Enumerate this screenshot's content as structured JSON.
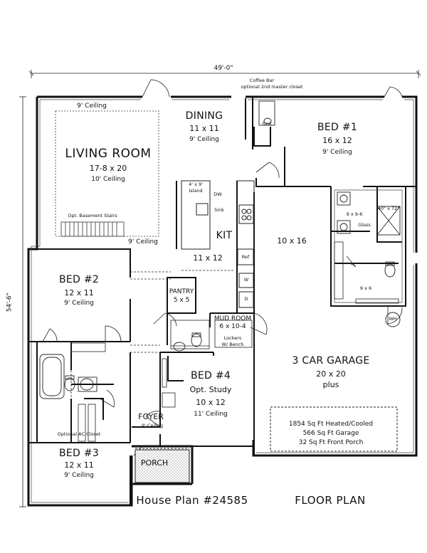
{
  "dimensions": {
    "overall_width": "49'-0\"",
    "overall_depth": "54'-6\""
  },
  "rooms": {
    "living_room": {
      "name": "LIVING ROOM",
      "size": "17-8 x 20",
      "ceiling": "10' Ceiling"
    },
    "dining": {
      "name": "DINING",
      "size": "11 x 11",
      "ceiling": "9' Ceiling"
    },
    "bed1": {
      "name": "BED #1",
      "size": "16 x 12",
      "ceiling": "9' Ceiling"
    },
    "bed2": {
      "name": "BED #2",
      "size": "12 x 11",
      "ceiling": "9' Ceiling"
    },
    "bed3": {
      "name": "BED #3",
      "size": "12 x 11",
      "ceiling": "9' Ceiling"
    },
    "bed4": {
      "name": "BED #4",
      "subtitle": "Opt. Study",
      "size": "10 x 12",
      "ceiling": "11' Ceiling"
    },
    "kit": {
      "name": "KIT",
      "size": "11 x 12",
      "ceiling": "9' Ceiling"
    },
    "pantry": {
      "name": "PANTRY",
      "size": "5 x 5"
    },
    "mud_room": {
      "name": "MUD ROOM",
      "size": "6 x 10-4",
      "note": "Lockers",
      "note2": "W/ Bench"
    },
    "foyer": {
      "name": "FOYER",
      "ceiling": "9' Ceiling"
    },
    "porch": {
      "name": "PORCH"
    },
    "garage": {
      "name": "3 CAR GARAGE",
      "size": "20 x 20",
      "plus": "plus"
    },
    "storage": {
      "size": "10 x 16"
    },
    "master_bath": {
      "size": "9 x 9-6",
      "closet": "9 x 6"
    }
  },
  "notes": {
    "hall_ceiling": "9' Ceiling",
    "coffee_bar": "Coffee Bar",
    "coffee_bar_opt": "optional 2nd master closet",
    "sink": "Sink",
    "island": "4' x 9'",
    "island_label": "Island",
    "dw": "DW",
    "island_sink": "Sink",
    "ref": "Ref",
    "w": "W",
    "d": "D",
    "wh": "WH",
    "basement_stairs": "Opt. Basement Stairs",
    "ac_closet": "Optional AC Closet",
    "shower": "40\" x 72\"",
    "glass": "Glass"
  },
  "area_box": {
    "heated": "1854 Sq Ft Heated/Cooled",
    "garage": "566 Sq Ft Garage",
    "porch": "32 Sq Ft Front Porch"
  },
  "footer": {
    "plan_number": "House Plan #24585",
    "title": "FLOOR PLAN"
  }
}
